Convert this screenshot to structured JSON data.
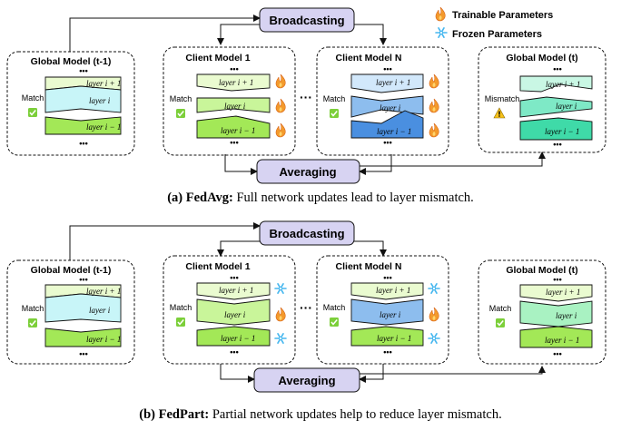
{
  "legend": {
    "trainable": "Trainable Parameters",
    "frozen": "Frozen Parameters"
  },
  "common": {
    "broadcasting": "Broadcasting",
    "averaging": "Averaging",
    "dots": "•••",
    "hdots": "···",
    "match": "Match",
    "mismatch": "Mismatch",
    "layer_up": "layer i + 1",
    "layer_mid": "layer i",
    "layer_down": "layer i − 1"
  },
  "models": {
    "global_prev": "Global Model (t-1)",
    "client_1": "Client Model  1",
    "client_n": "Client Model  N",
    "global_next": "Global Model (t)"
  },
  "captions": {
    "a_bold": "(a) FedAvg:",
    "a_rest": " Full network updates lead to layer mismatch.",
    "b_bold": "(b) FedPart:",
    "b_rest": " Partial network updates help to reduce layer mismatch."
  },
  "colors": {
    "light_green": "#eafbd0",
    "green": "#c9f59a",
    "bright_green": "#a3e857",
    "cyan": "#c8f5f8",
    "light_blue": "#d2e8fb",
    "mid_blue": "#8dbdee",
    "dark_blue": "#4a8fe0",
    "teal_light": "#c9f7e4",
    "teal": "#7ee9c6",
    "teal_dark": "#3fdaa8",
    "mint": "#a9f2c2",
    "lavender": "#d7d3f2",
    "fire": "#f39a2c",
    "snow": "#46b7ef",
    "check": "#7ccf3a"
  }
}
